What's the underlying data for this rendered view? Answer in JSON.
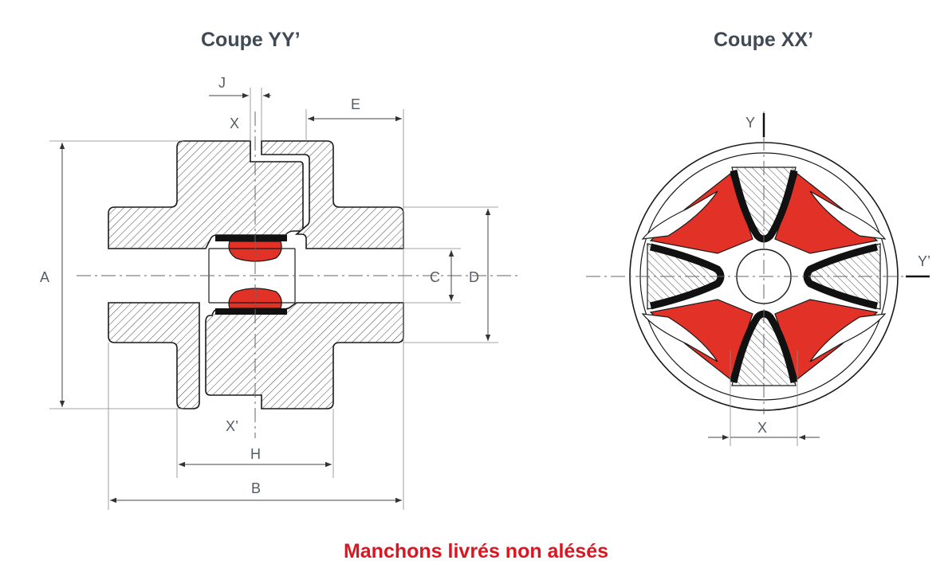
{
  "titles": {
    "left": "Coupe YY’",
    "right": "Coupe XX’"
  },
  "footer": "Manchons livrés non alésés",
  "labels": {
    "A": "A",
    "B": "B",
    "C": "C",
    "D": "D",
    "E": "E",
    "H": "H",
    "J": "J",
    "X_top": "X",
    "X_bottom": "X’",
    "Y_top": "Y",
    "Y_right": "Y’",
    "X_width": "X"
  },
  "colors": {
    "title": "#404a55",
    "footer": "#dd1520",
    "elastomer": "#e23228",
    "outline": "#1a1a1a"
  }
}
